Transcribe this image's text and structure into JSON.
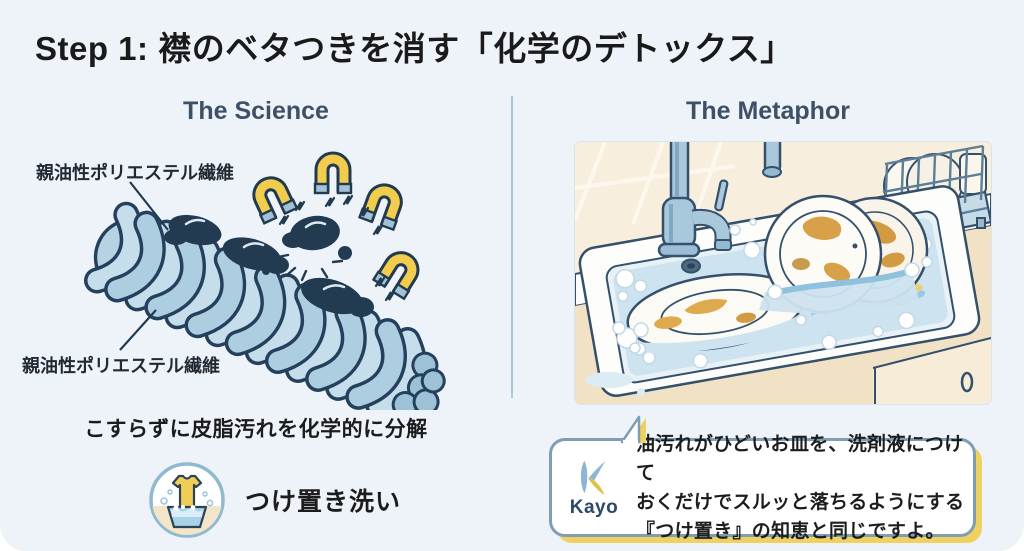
{
  "page": {
    "title": "Step 1: 襟のベタつきを消す「化学のデトックス」"
  },
  "science": {
    "header": "The Science",
    "fiber_label_top": "親油性ポリエステル繊維",
    "fiber_label_bottom": "親油性ポリエステル繊維",
    "caption": "こすらずに皮脂汚れを化学的に分解",
    "soak_label": "つけ置き洗い"
  },
  "metaphor": {
    "header": "The Metaphor",
    "bubble": {
      "logo": "Kayo",
      "line1": "油汚れがひどいお皿を、洗剤液につけて",
      "line2": "おくだけでスルッと落ちるようにする",
      "line3": "『つけ置き』の知恵と同じですよ。"
    }
  },
  "icons": {
    "magnet": "horseshoe-magnet",
    "oil": "oil-blob",
    "soak": "tshirt-soaking-in-basin",
    "scene": "sink-with-dishes"
  },
  "colors": {
    "background": "#edf3f9",
    "title_text": "#1a1a1a",
    "header_text": "#3e5065",
    "divider": "#a9c9d9",
    "outline_navy": "#24405c",
    "fiber_blue": "#b7d2e2",
    "oil_blob": "#233b50",
    "magnet_yellow": "#f2cd4d",
    "bubble_border": "#7f9db5",
    "bubble_shadow_yellow": "#eed15e",
    "logo_blue": "#8db6d4",
    "logo_yellow": "#e2c149"
  }
}
